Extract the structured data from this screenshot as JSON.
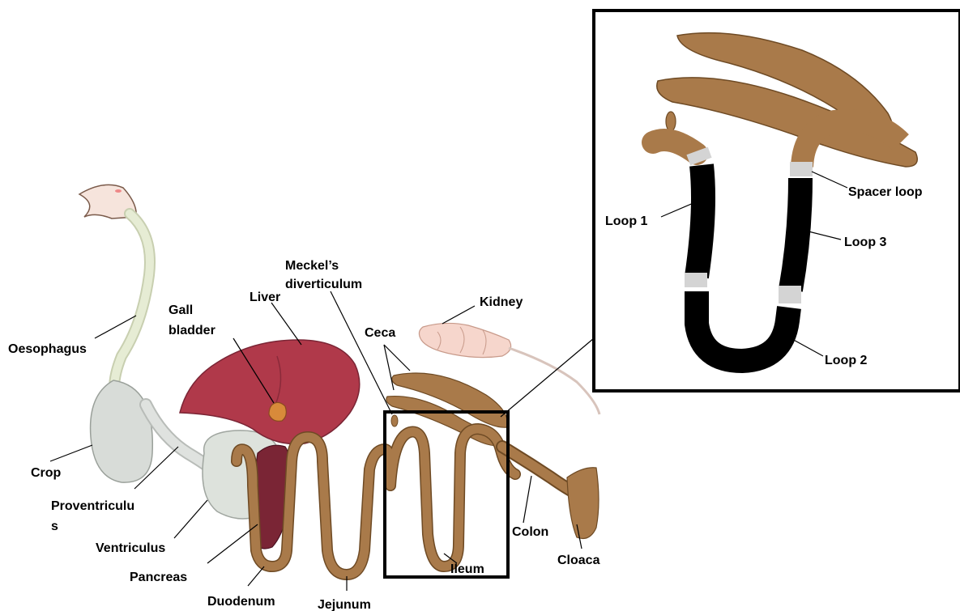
{
  "labels": {
    "oesophagus": "Oesophagus",
    "crop": "Crop",
    "proventriculus_1": "Proventriculu",
    "proventriculus_2": "s",
    "ventriculus": "Ventriculus",
    "pancreas": "Pancreas",
    "duodenum": "Duodenum",
    "jejunum": "Jejunum",
    "gall_bladder_1": "Gall",
    "gall_bladder_2": "bladder",
    "liver": "Liver",
    "meckels_1": "Meckel’s",
    "meckels_2": "diverticulum",
    "ceca": "Ceca",
    "kidney": "Kidney",
    "colon": "Colon",
    "cloaca": "Cloaca",
    "ileum": "Ileum"
  },
  "inset": {
    "loop1": "Loop 1",
    "loop2": "Loop 2",
    "loop3": "Loop 3",
    "spacer_loop": "Spacer loop"
  },
  "colors": {
    "intestine": "#a97a4a",
    "intestine_outline": "#6e4a24",
    "liver": "#b0394a",
    "pancreas": "#7a2535",
    "stomach": "#d8dcd8",
    "oesophagus": "#e6ecd4",
    "kidney": "#f6d6cc",
    "sample_loop": "#000000",
    "spacer": "#d4d4d4"
  }
}
